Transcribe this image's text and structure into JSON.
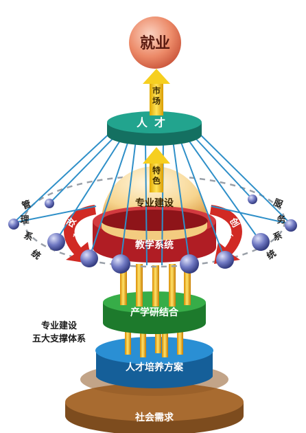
{
  "top": {
    "label": "就业"
  },
  "arrows": {
    "market": "市场",
    "feature": "特色"
  },
  "tiers": {
    "talent": "人才",
    "specialty": "专业建设",
    "teaching": "教学系统",
    "industry": "产学研结合",
    "training": "人才培养方案",
    "society": "社会需求"
  },
  "sides": {
    "management": "管理系统",
    "service": "服务系统",
    "reform": "改革",
    "innovation": "创新"
  },
  "caption": {
    "line1": "专业建设",
    "line2": "五大支撑体系"
  },
  "colors": {
    "employment_ball": "#e87c5c",
    "talent_disc": "#1e9a86",
    "teaching_ring": "#c8232a",
    "industry_disc": "#2c9a3c",
    "training_disc": "#1c7fc4",
    "society_disc": "#a3662c",
    "arrow": "#f2c200",
    "rope": "#2e8fc8",
    "node": "#5a64b0"
  }
}
